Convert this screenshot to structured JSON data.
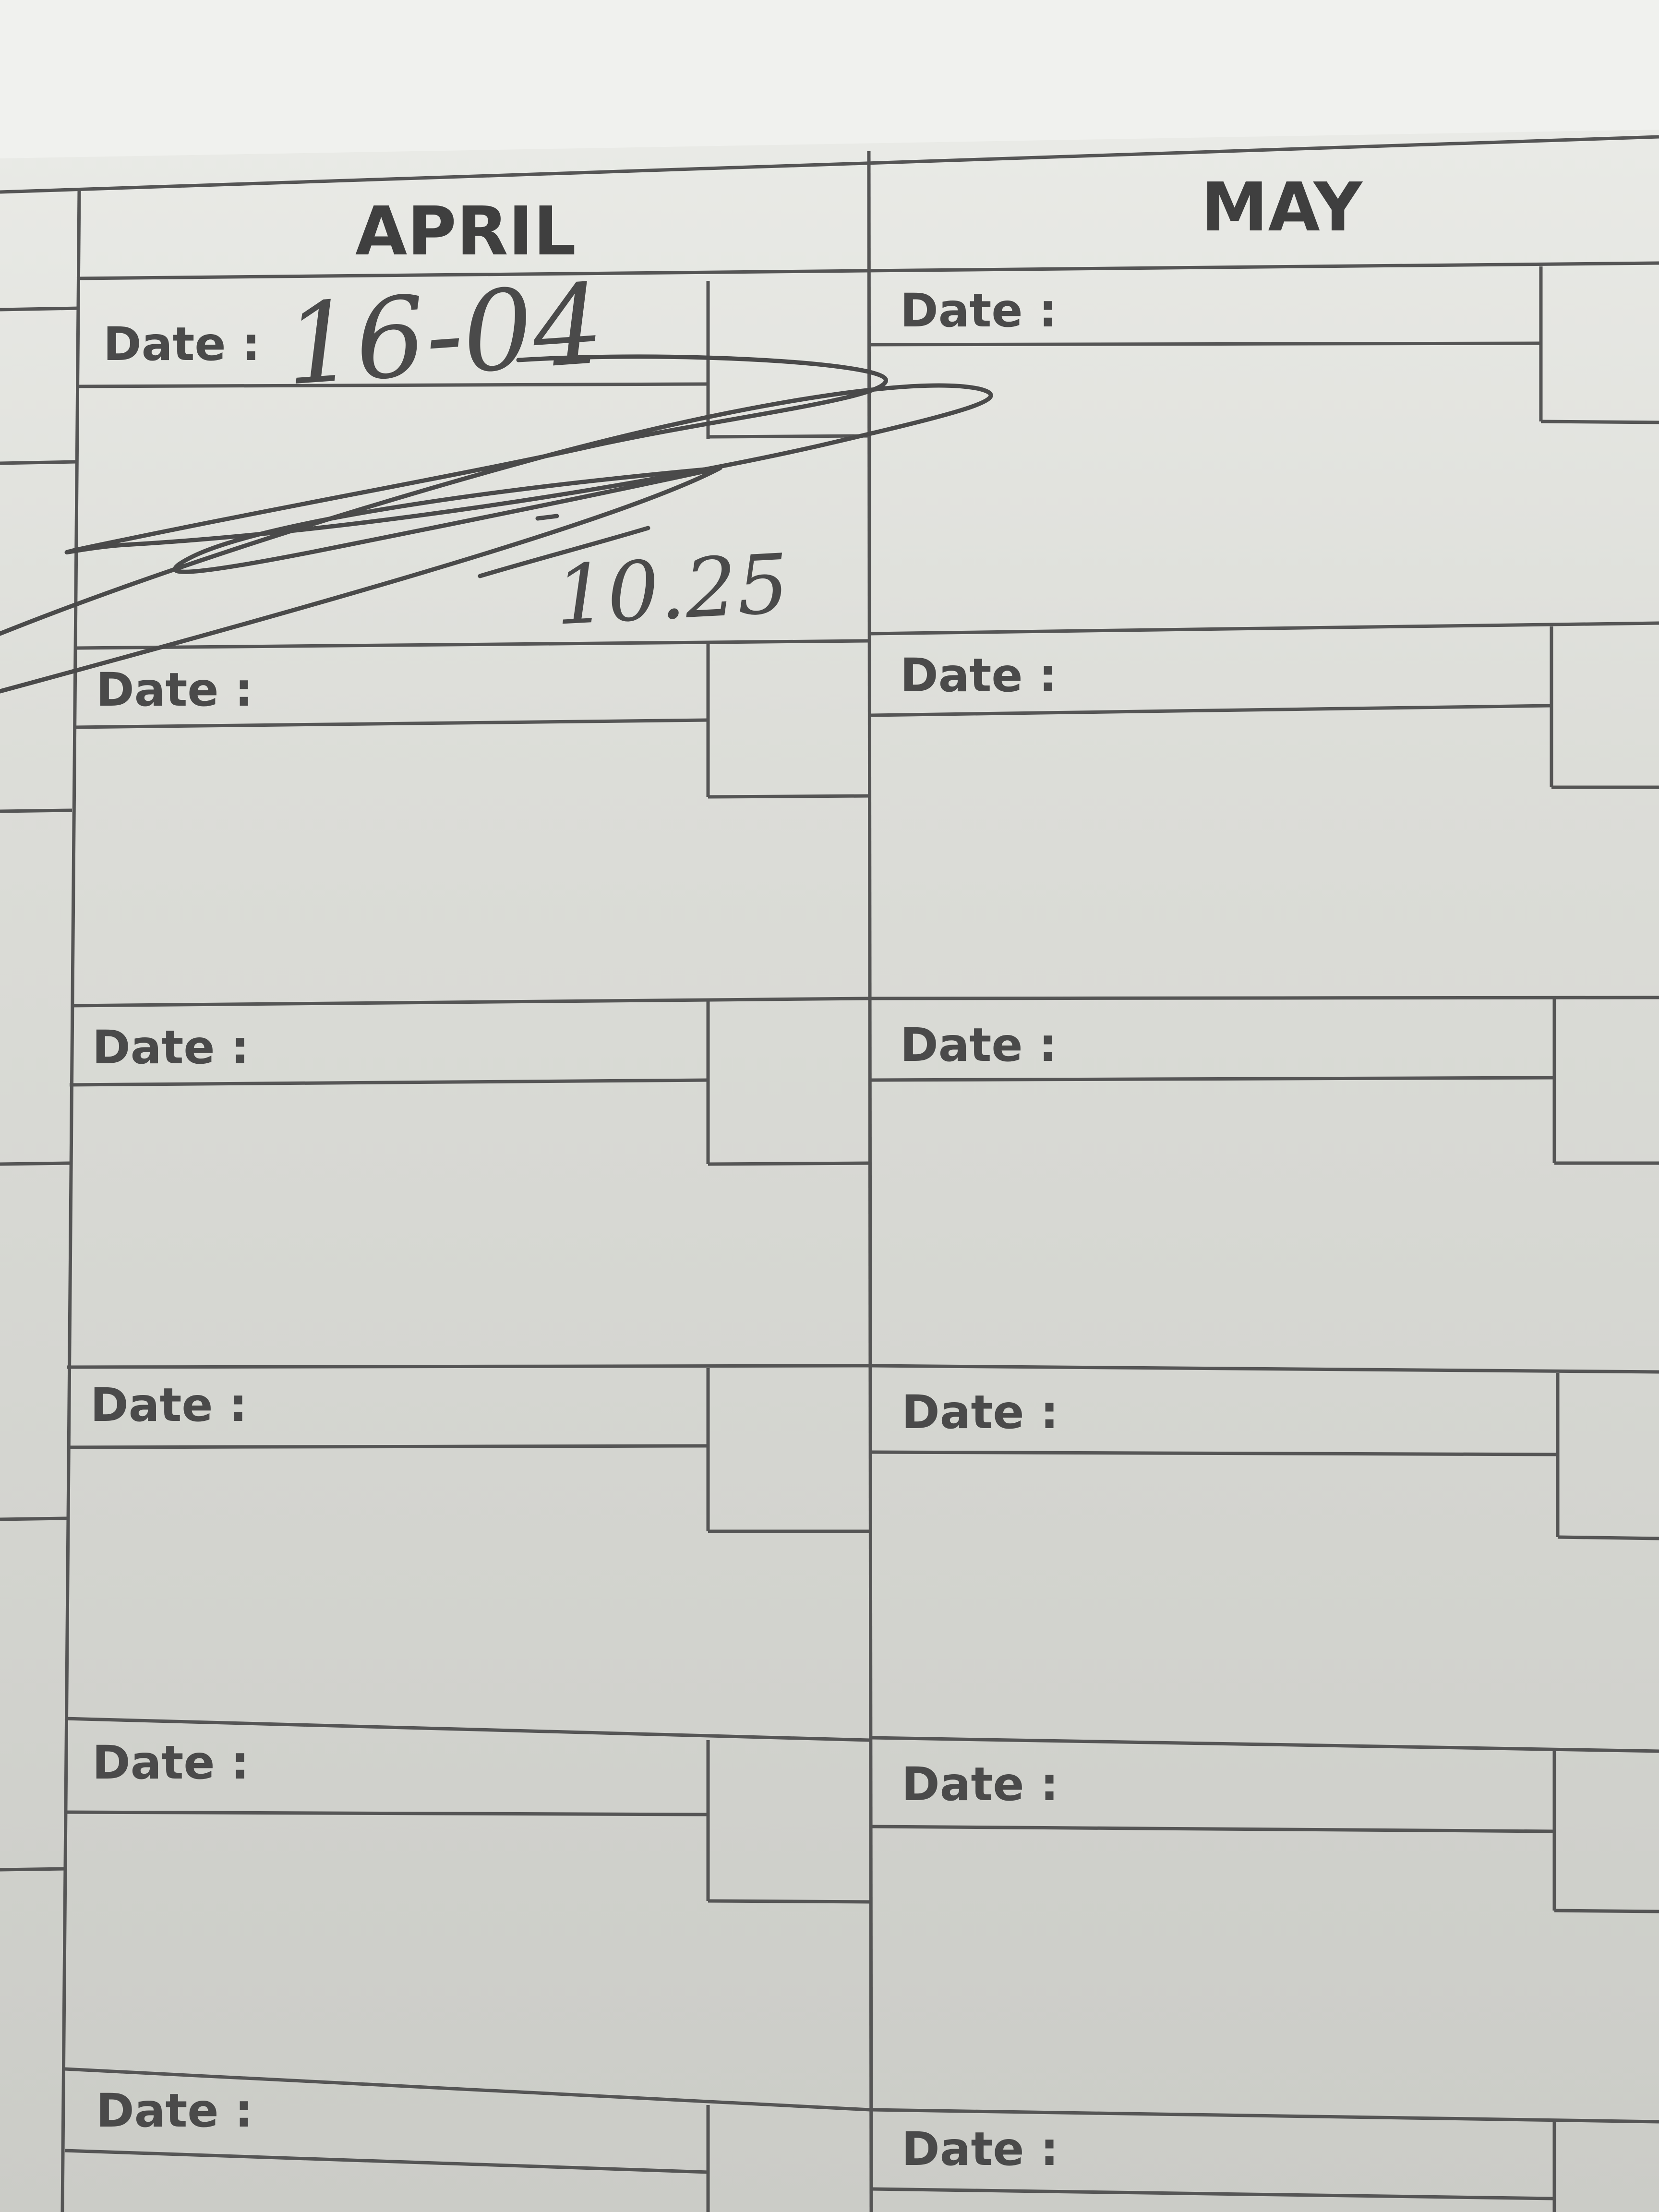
{
  "columns": [
    {
      "month": "APRIL",
      "entries": [
        {
          "label": "Date :",
          "handwritten_date": "16-04",
          "handwritten_note": "10.25"
        },
        {
          "label": "Date :"
        },
        {
          "label": "Date :"
        },
        {
          "label": "Date :"
        },
        {
          "label": "Date :"
        },
        {
          "label": "Date :"
        }
      ]
    },
    {
      "month": "MAY",
      "entries": [
        {
          "label": "Date :"
        },
        {
          "label": "Date :"
        },
        {
          "label": "Date :"
        },
        {
          "label": "Date :"
        },
        {
          "label": "Date :"
        },
        {
          "label": "Date :"
        }
      ]
    }
  ],
  "ink_color": "#4a4a4a",
  "line_color": "#555555"
}
